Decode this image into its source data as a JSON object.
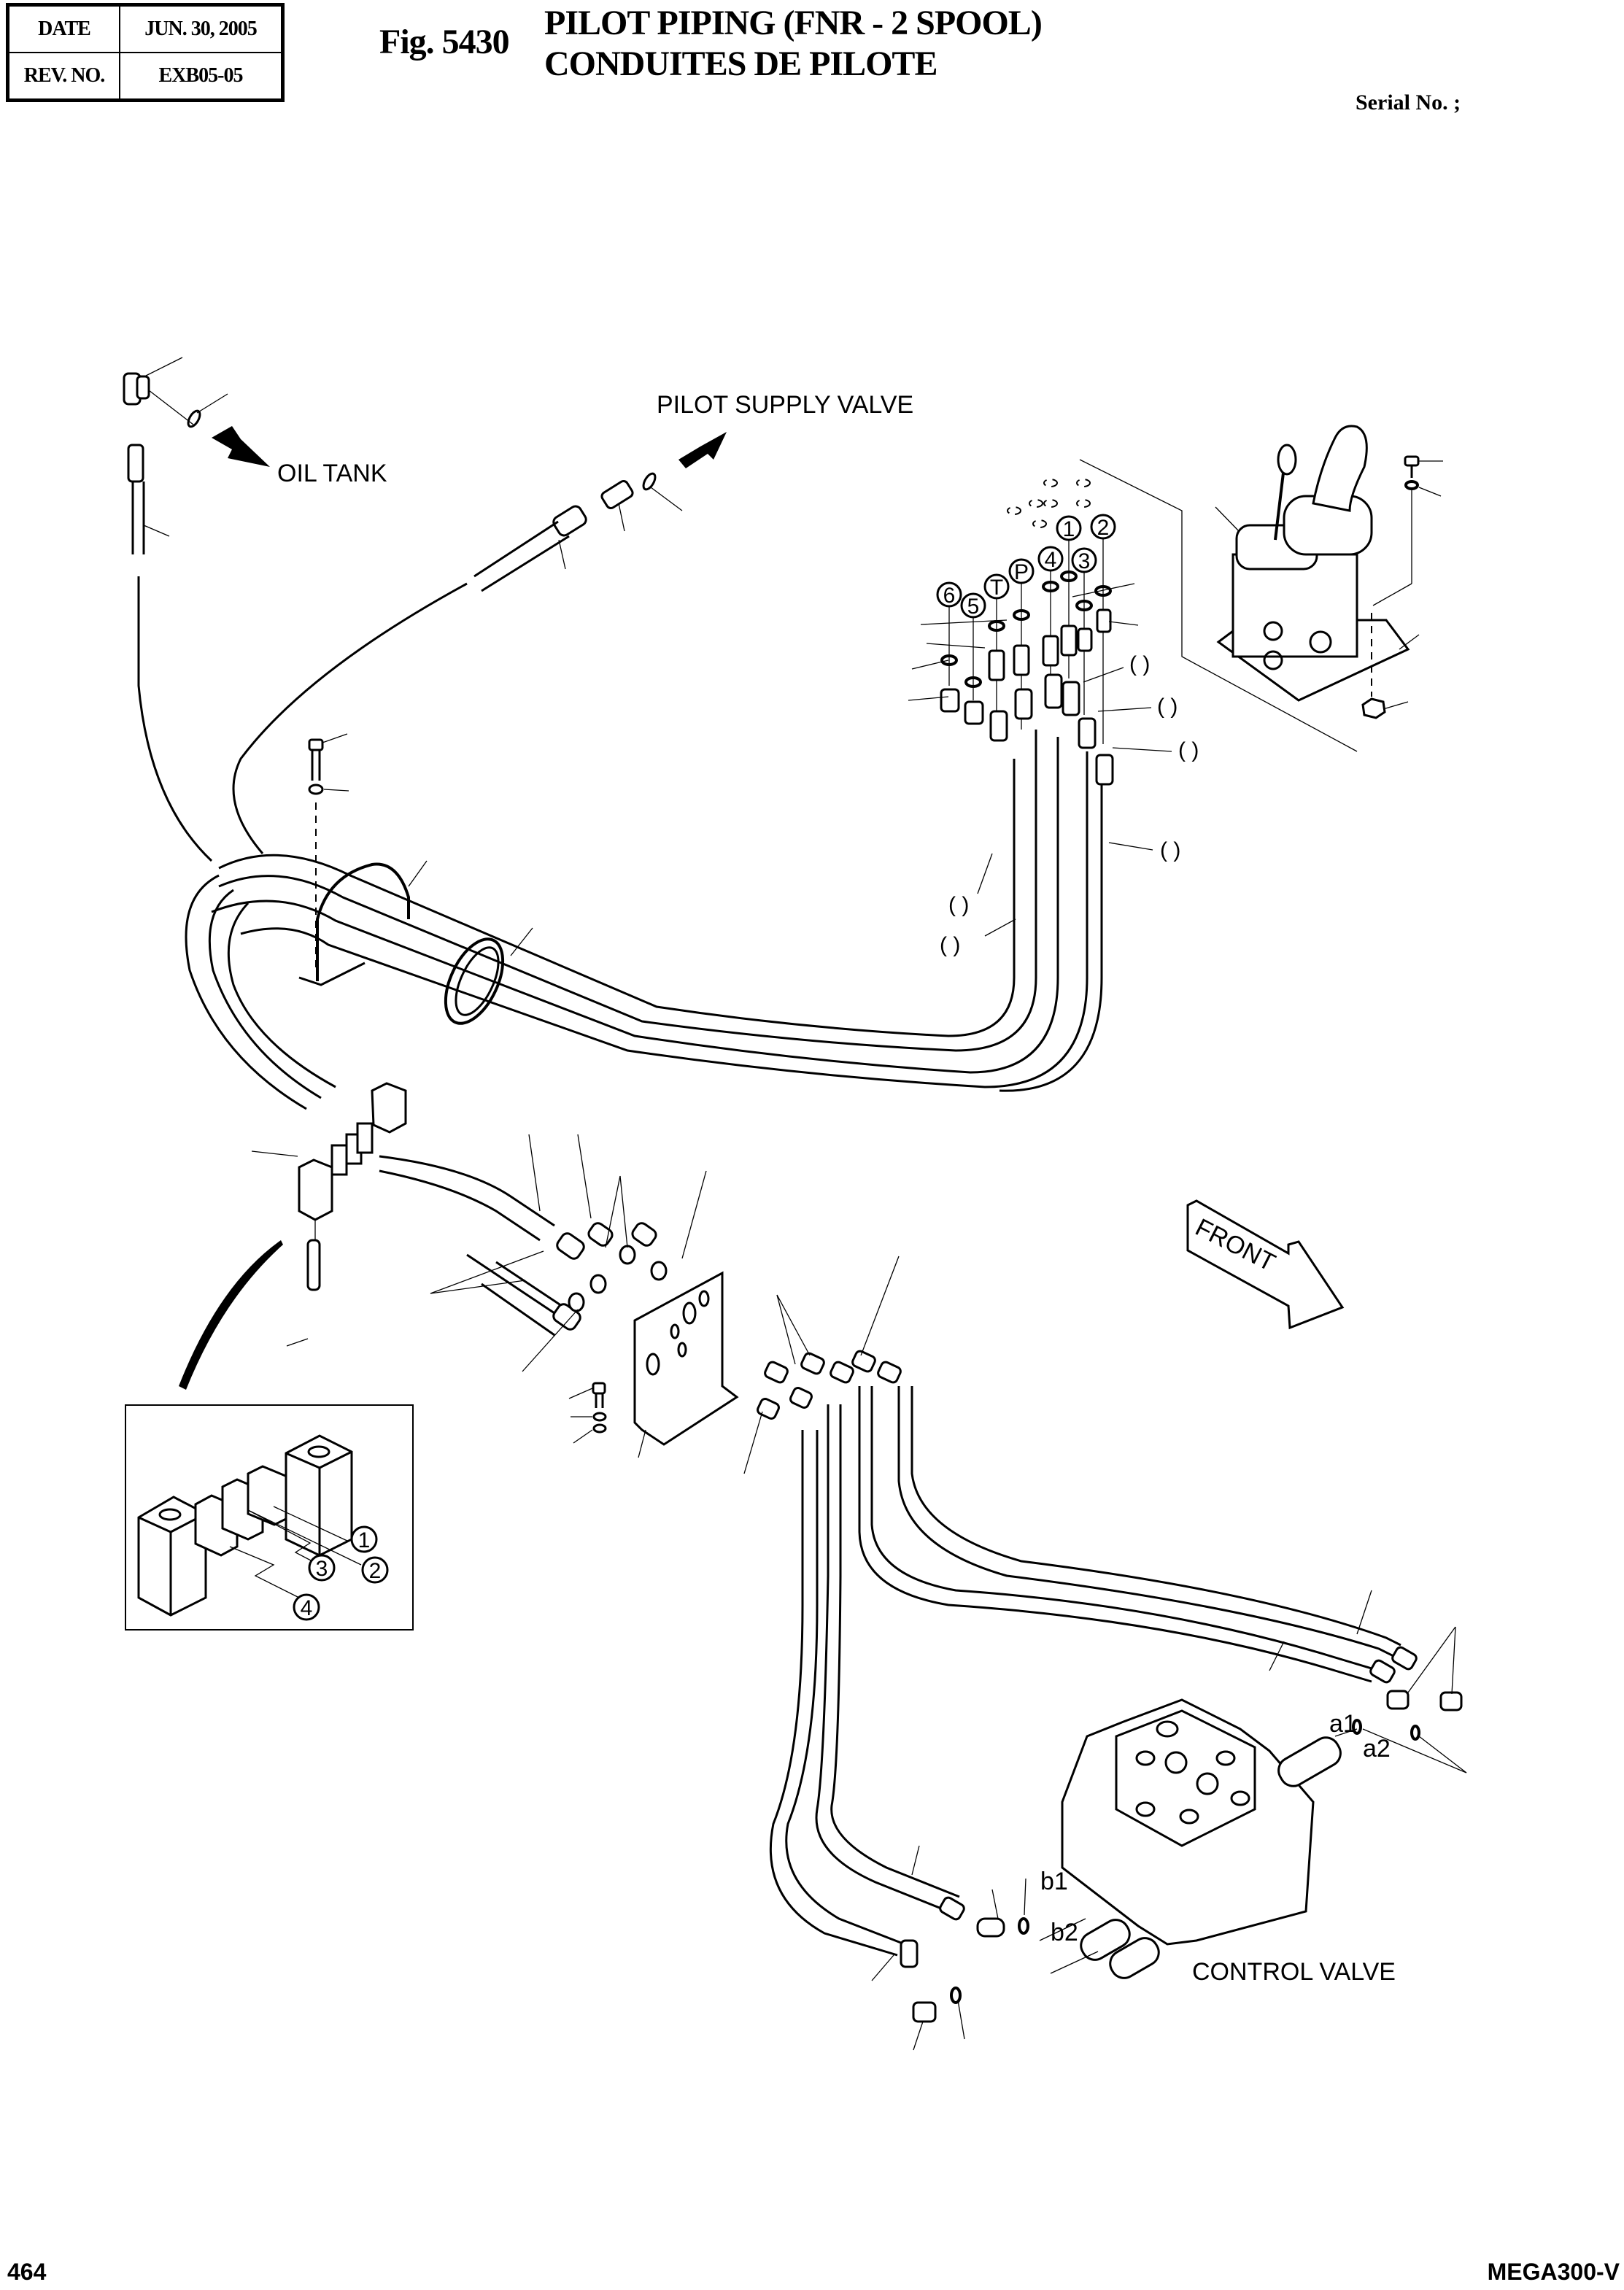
{
  "header": {
    "date_label": "DATE",
    "date_value": "JUN. 30, 2005",
    "rev_label": "REV. NO.",
    "rev_value": "EXB05-05",
    "figure_number": "Fig. 5430",
    "title_en": "PILOT PIPING (FNR - 2 SPOOL)",
    "title_fr": "CONDUITES DE PILOTE",
    "serial_label": "Serial No. ;"
  },
  "diagram": {
    "labels": {
      "oil_tank": "OIL TANK",
      "pilot_supply_valve": "PILOT SUPPLY VALVE",
      "front": "FRONT",
      "control_valve": "CONTROL VALVE"
    },
    "port_callouts": [
      "6",
      "5",
      "T",
      "P",
      "4",
      "1",
      "3",
      "2"
    ],
    "hose_reference_callouts": [
      "(    )",
      "(    )",
      "(    )",
      "(    )",
      "(    )",
      "(    )"
    ],
    "control_valve_ports": [
      "a1",
      "a2",
      "b1",
      "b2"
    ],
    "inset_clamp_callouts": [
      "1",
      "2",
      "3",
      "4"
    ]
  },
  "footer": {
    "page_number": "464",
    "model": "MEGA300-V"
  }
}
